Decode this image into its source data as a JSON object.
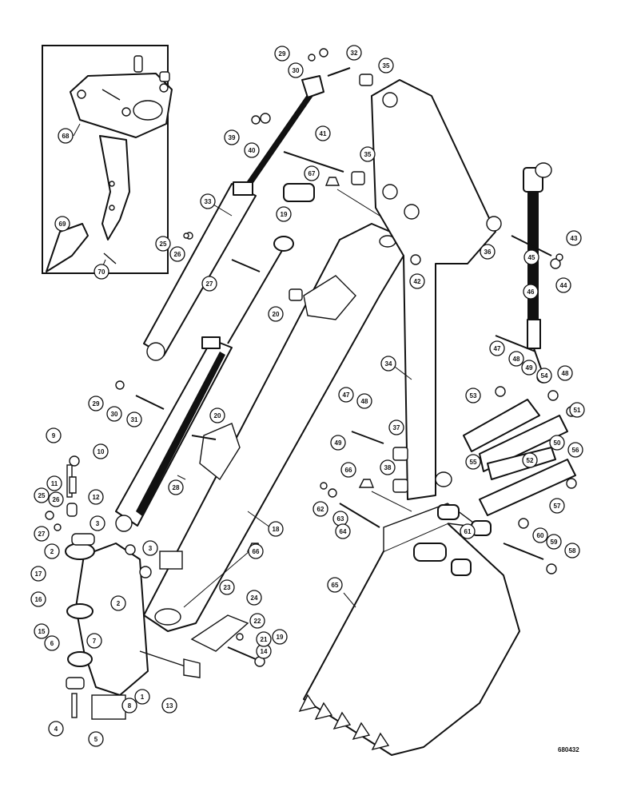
{
  "drawing_code": "680432",
  "callouts": [
    {
      "id": "c1",
      "label": "1"
    },
    {
      "id": "c2a",
      "label": "2"
    },
    {
      "id": "c2b",
      "label": "2"
    },
    {
      "id": "c3a",
      "label": "3"
    },
    {
      "id": "c3b",
      "label": "3"
    },
    {
      "id": "c4",
      "label": "4"
    },
    {
      "id": "c5",
      "label": "5"
    },
    {
      "id": "c6",
      "label": "6"
    },
    {
      "id": "c7",
      "label": "7"
    },
    {
      "id": "c8",
      "label": "8"
    },
    {
      "id": "c9",
      "label": "9"
    },
    {
      "id": "c10",
      "label": "10"
    },
    {
      "id": "c11",
      "label": "11"
    },
    {
      "id": "c12",
      "label": "12"
    },
    {
      "id": "c13",
      "label": "13"
    },
    {
      "id": "c14",
      "label": "14"
    },
    {
      "id": "c15",
      "label": "15"
    },
    {
      "id": "c16",
      "label": "16"
    },
    {
      "id": "c17",
      "label": "17"
    },
    {
      "id": "c18",
      "label": "18"
    },
    {
      "id": "c19a",
      "label": "19"
    },
    {
      "id": "c19b",
      "label": "19"
    },
    {
      "id": "c20a",
      "label": "20"
    },
    {
      "id": "c20b",
      "label": "20"
    },
    {
      "id": "c21",
      "label": "21"
    },
    {
      "id": "c22",
      "label": "22"
    },
    {
      "id": "c23",
      "label": "23"
    },
    {
      "id": "c24",
      "label": "24"
    },
    {
      "id": "c25a",
      "label": "25"
    },
    {
      "id": "c25b",
      "label": "25"
    },
    {
      "id": "c26a",
      "label": "26"
    },
    {
      "id": "c26b",
      "label": "26"
    },
    {
      "id": "c27a",
      "label": "27"
    },
    {
      "id": "c27b",
      "label": "27"
    },
    {
      "id": "c28",
      "label": "28"
    },
    {
      "id": "c29a",
      "label": "29"
    },
    {
      "id": "c29b",
      "label": "29"
    },
    {
      "id": "c30a",
      "label": "30"
    },
    {
      "id": "c30b",
      "label": "30"
    },
    {
      "id": "c31",
      "label": "31"
    },
    {
      "id": "c32",
      "label": "32"
    },
    {
      "id": "c33",
      "label": "33"
    },
    {
      "id": "c34",
      "label": "34"
    },
    {
      "id": "c35a",
      "label": "35"
    },
    {
      "id": "c35b",
      "label": "35"
    },
    {
      "id": "c36",
      "label": "36"
    },
    {
      "id": "c37",
      "label": "37"
    },
    {
      "id": "c38",
      "label": "38"
    },
    {
      "id": "c39",
      "label": "39"
    },
    {
      "id": "c40",
      "label": "40"
    },
    {
      "id": "c41",
      "label": "41"
    },
    {
      "id": "c42",
      "label": "42"
    },
    {
      "id": "c43",
      "label": "43"
    },
    {
      "id": "c44",
      "label": "44"
    },
    {
      "id": "c45",
      "label": "45"
    },
    {
      "id": "c46",
      "label": "46"
    },
    {
      "id": "c47a",
      "label": "47"
    },
    {
      "id": "c47b",
      "label": "47"
    },
    {
      "id": "c48a",
      "label": "48"
    },
    {
      "id": "c48b",
      "label": "48"
    },
    {
      "id": "c48c",
      "label": "48"
    },
    {
      "id": "c49a",
      "label": "49"
    },
    {
      "id": "c49b",
      "label": "49"
    },
    {
      "id": "c50",
      "label": "50"
    },
    {
      "id": "c51",
      "label": "51"
    },
    {
      "id": "c52",
      "label": "52"
    },
    {
      "id": "c53",
      "label": "53"
    },
    {
      "id": "c54",
      "label": "54"
    },
    {
      "id": "c55",
      "label": "55"
    },
    {
      "id": "c56",
      "label": "56"
    },
    {
      "id": "c57",
      "label": "57"
    },
    {
      "id": "c58",
      "label": "58"
    },
    {
      "id": "c59",
      "label": "59"
    },
    {
      "id": "c60",
      "label": "60"
    },
    {
      "id": "c61",
      "label": "61"
    },
    {
      "id": "c62",
      "label": "62"
    },
    {
      "id": "c63",
      "label": "63"
    },
    {
      "id": "c64",
      "label": "64"
    },
    {
      "id": "c65",
      "label": "65"
    },
    {
      "id": "c66a",
      "label": "66"
    },
    {
      "id": "c66b",
      "label": "66"
    },
    {
      "id": "c67",
      "label": "67"
    },
    {
      "id": "c68",
      "label": "68"
    },
    {
      "id": "c69",
      "label": "69"
    },
    {
      "id": "c70",
      "label": "70"
    }
  ]
}
